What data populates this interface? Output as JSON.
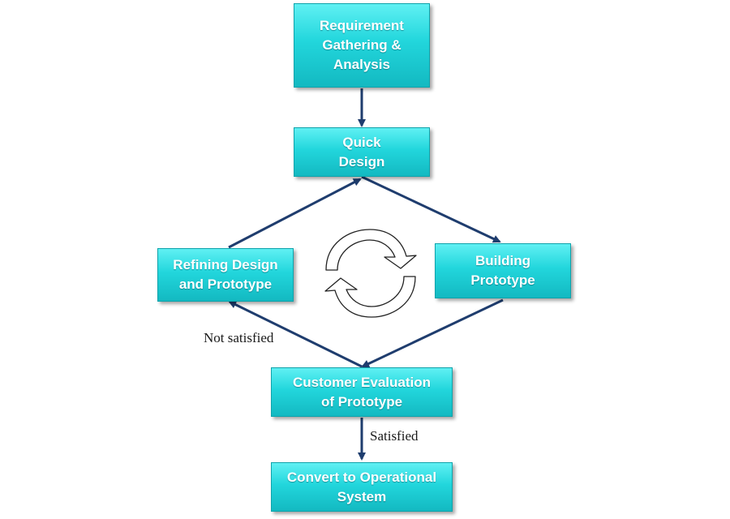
{
  "nodes": {
    "requirement": "Requirement\nGathering &\nAnalysis",
    "quick_design": "Quick\nDesign",
    "building": "Building\nPrototype",
    "refining": "Refining Design\nand Prototype",
    "evaluation": "Customer Evaluation\nof Prototype",
    "convert": "Convert to Operational\nSystem"
  },
  "edge_labels": {
    "not_satisfied": "Not satisfied",
    "satisfied": "Satisfied"
  },
  "colors": {
    "box_fill": "#22d6dc",
    "arrow": "#1f3d6e"
  },
  "icons": {
    "center": "cycle-arrows-icon"
  }
}
